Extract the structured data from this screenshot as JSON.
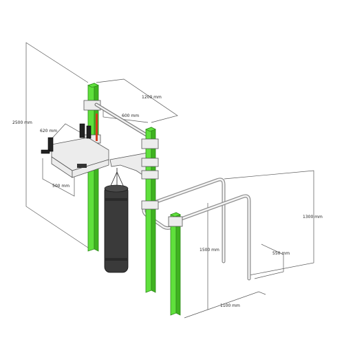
{
  "dimensions": {
    "height_total": "2500 mm",
    "top_width": "1200 mm",
    "beam_length": "600 mm",
    "dip_width": "620 mm",
    "dip_depth": "500 mm",
    "bars_height": "1300 mm",
    "post_height": "1500 mm",
    "bars_spacing": "550 mm",
    "bars_length": "1100 mm"
  },
  "colors": {
    "post": "#5fe03c",
    "post_shadow": "#3fb320",
    "steel": "#8a8a8a",
    "bag": "#3a3a3a",
    "accent_red": "#d63b1f"
  }
}
